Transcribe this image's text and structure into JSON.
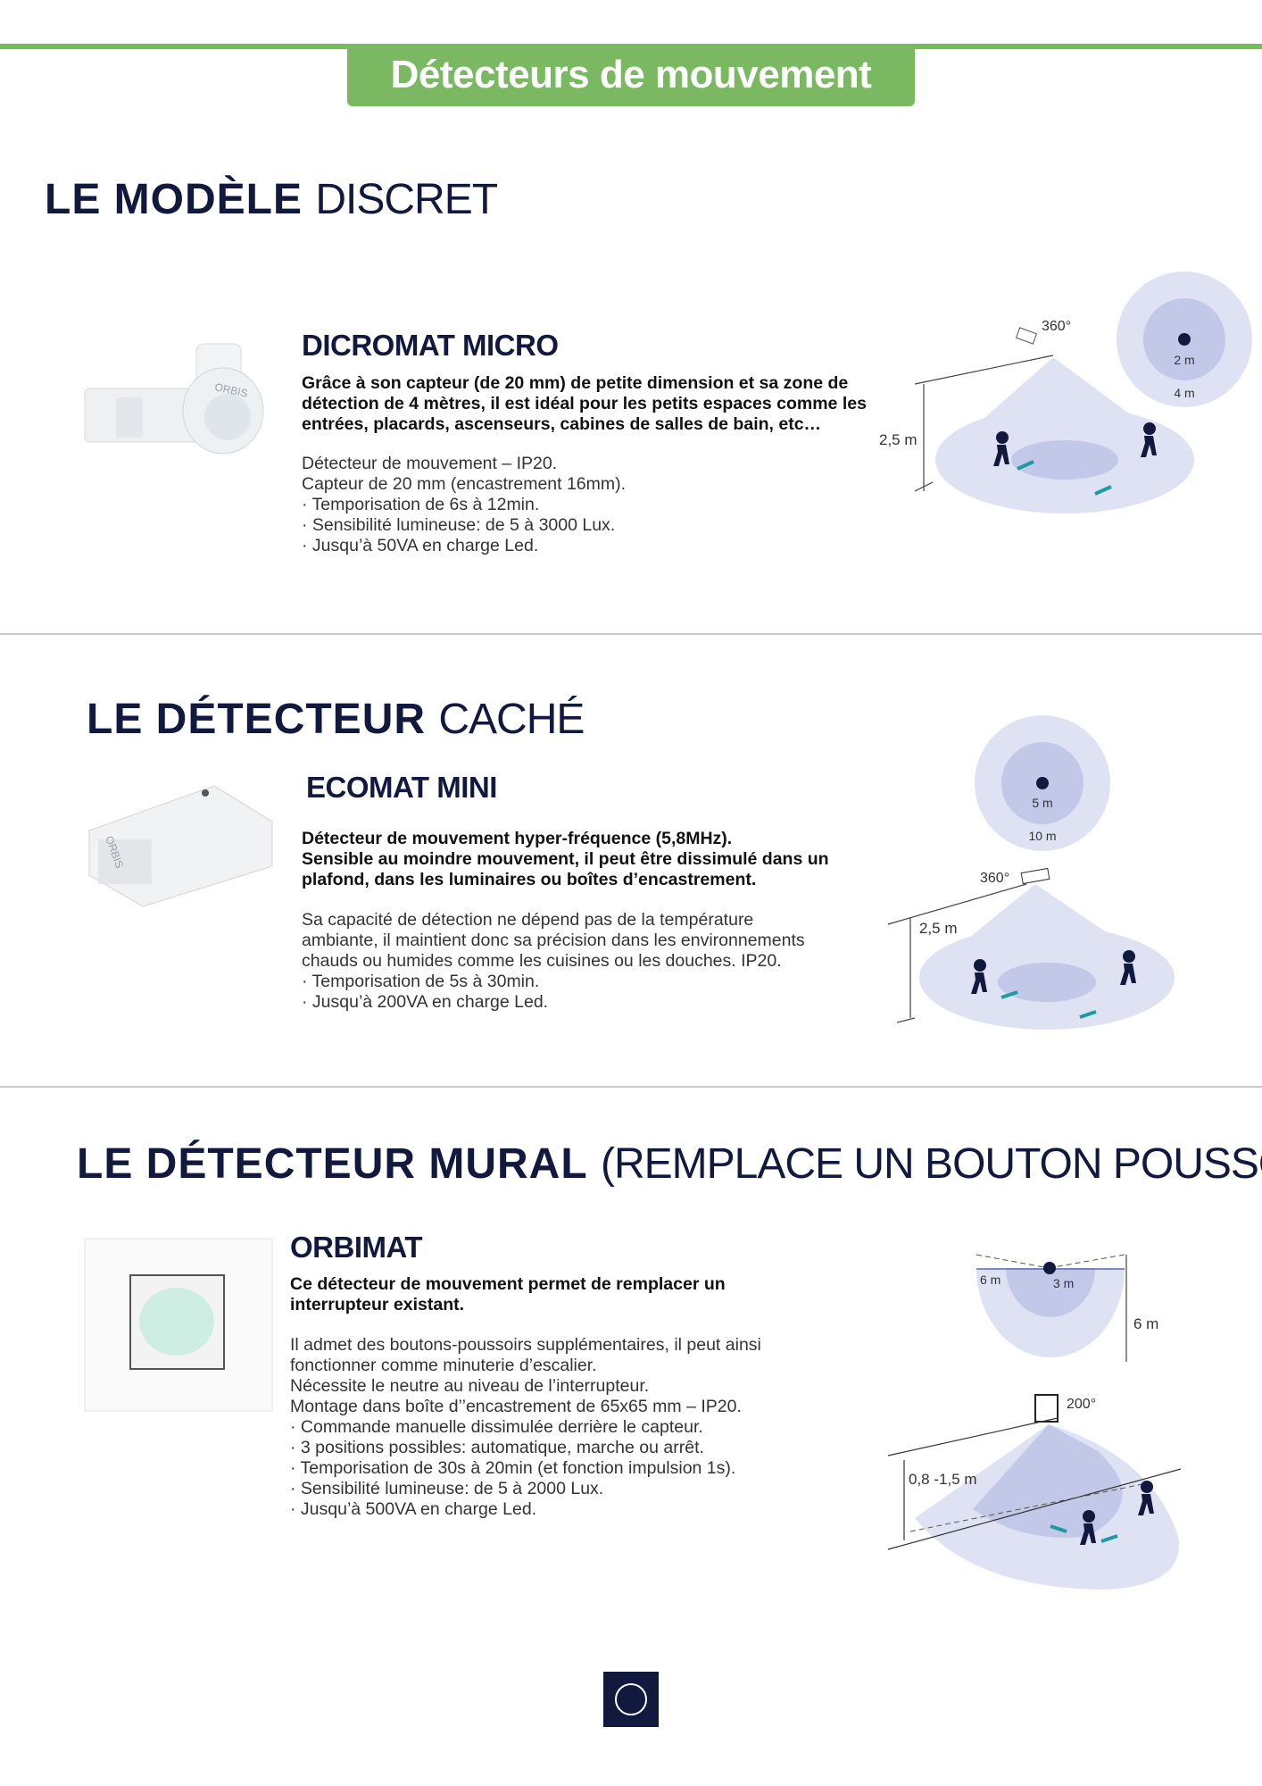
{
  "header": {
    "banner": "Détecteurs de mouvement",
    "accent_color": "#7ab861"
  },
  "sections": [
    {
      "title_bold": "LE MODÈLE",
      "title_light": "DISCRET",
      "product": "DICROMAT MICRO",
      "bold_lines": [
        "Grâce à son capteur (de 20 mm) de petite dimension et sa zone de",
        "détection de 4 mètres, il est idéal pour les petits espaces comme les",
        "entrées, placards, ascenseurs, cabines de salles de bain, etc…"
      ],
      "lines": [
        "Détecteur de mouvement – IP20.",
        "Capteur de 20 mm (encastrement 16mm).",
        "· Temporisation de 6s à 12min.",
        "· Sensibilité lumineuse: de 5 à 3000 Lux.",
        "· Jusqu’à 50VA en charge Led."
      ],
      "diagram": {
        "angle": "360°",
        "height": "2,5 m",
        "inner": "2 m",
        "outer": "4 m"
      },
      "brand": "ORBIS"
    },
    {
      "title_bold": "LE DÉTECTEUR",
      "title_light": "CACHÉ",
      "product": "ECOMAT MINI",
      "bold_lines": [
        "Détecteur de mouvement hyper-fréquence (5,8MHz).",
        "Sensible au moindre mouvement, il peut être dissimulé dans un",
        "plafond, dans les luminaires ou boîtes d’encastrement."
      ],
      "lines": [
        "Sa capacité de détection ne dépend pas de la température",
        "ambiante, il maintient donc sa précision dans les environnements",
        "chauds ou humides comme les cuisines ou les douches. IP20.",
        "· Temporisation de 5s à 30min.",
        "· Jusqu’à 200VA en charge Led."
      ],
      "diagram": {
        "angle": "360°",
        "height": "2,5 m",
        "inner": "5 m",
        "outer": "10 m"
      },
      "brand": "ORBIS"
    },
    {
      "title_bold": "LE DÉTECTEUR MURAL",
      "title_light": "(REMPLACE UN BOUTON POUSSOIR)",
      "product": "ORBIMAT",
      "bold_lines": [
        "Ce détecteur de mouvement permet de remplacer un",
        "interrupteur existant."
      ],
      "lines": [
        "Il admet des boutons-poussoirs supplémentaires, il peut ainsi",
        "fonctionner comme minuterie d’escalier.",
        "Nécessite le neutre au niveau de l’interrupteur.",
        "Montage dans boîte d’’encastrement de 65x65 mm – IP20.",
        "· Commande manuelle dissimulée derrière le capteur.",
        "· 3 positions possibles: automatique, marche ou arrêt.",
        "· Temporisation de 30s à 20min (et fonction impulsion 1s).",
        "· Sensibilité lumineuse: de 5 à 2000 Lux.",
        "· Jusqu’à 500VA en charge Led."
      ],
      "diagram": {
        "angle": "200°",
        "height": "0,8 -1,5 m",
        "outer": "6 m",
        "inner": "3 m",
        "depth": "6 m"
      }
    }
  ]
}
